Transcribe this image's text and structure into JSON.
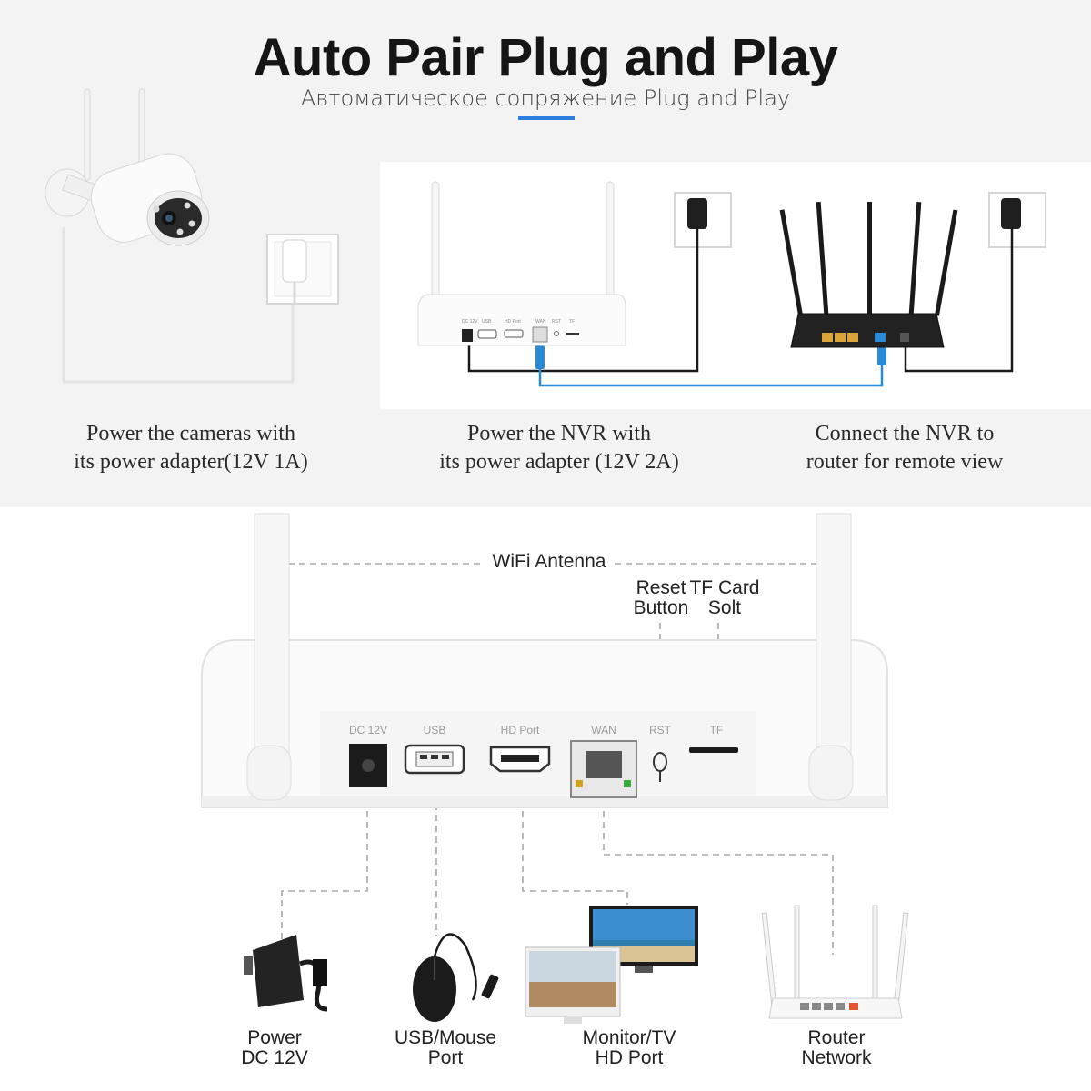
{
  "header": {
    "title": "Auto Pair Plug and Play",
    "subtitle": "Автоматическое сопряжение Plug and Play"
  },
  "steps": [
    {
      "line1": "Power the cameras with",
      "line2": "its power adapter(12V 1A)"
    },
    {
      "line1": "Power the NVR with",
      "line2": "its power adapter (12V 2A)"
    },
    {
      "line1": "Connect the NVR to",
      "line2": "router for remote view"
    }
  ],
  "mini_nvr_ports": [
    "DC 12V",
    "USB",
    "HD Port",
    "WAN",
    "RST",
    "TF"
  ],
  "nvr": {
    "antenna_label": "WiFi Antenna",
    "reset": {
      "line1": "Reset",
      "line2": "Button"
    },
    "tf": {
      "line1": "TF Card",
      "line2": "Solt"
    },
    "ports": {
      "dc": "DC 12V",
      "usb": "USB",
      "hd": "HD Port",
      "wan": "WAN",
      "rst": "RST",
      "tf": "TF"
    }
  },
  "accessories": [
    {
      "line1": "Power",
      "line2": "DC 12V"
    },
    {
      "line1": "USB/Mouse",
      "line2": "Port"
    },
    {
      "line1": "Monitor/TV",
      "line2": "HD Port"
    },
    {
      "line1": "Router",
      "line2": "Network"
    }
  ],
  "colors": {
    "accent": "#2a7de1",
    "cable_blue": "#2a8ad8",
    "device_white": "#f7f7f7",
    "router_black": "#1c1c1c",
    "dashed_line": "#a8a8a8"
  }
}
